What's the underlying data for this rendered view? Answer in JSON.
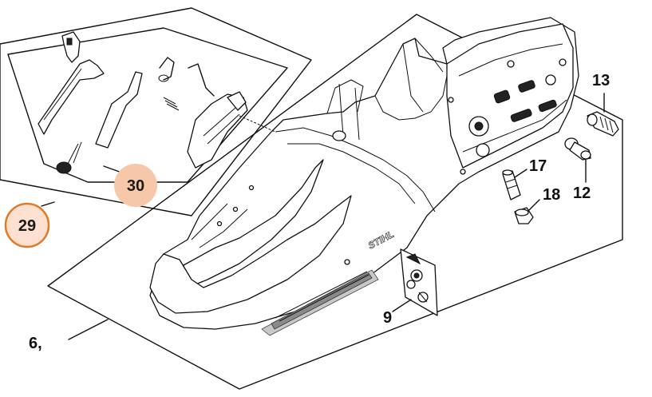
{
  "callouts": {
    "c6": "6,",
    "c9": "9",
    "c12": "12",
    "c13": "13",
    "c17": "17",
    "c18": "18",
    "c29": "29",
    "c30": "30"
  },
  "brand": {
    "logo_text": "STIHL"
  },
  "colors": {
    "badge_29_fill": "#fde0cf",
    "badge_29_stroke": "#e07a2a",
    "badge_30_fill": "#f6c7a8"
  }
}
